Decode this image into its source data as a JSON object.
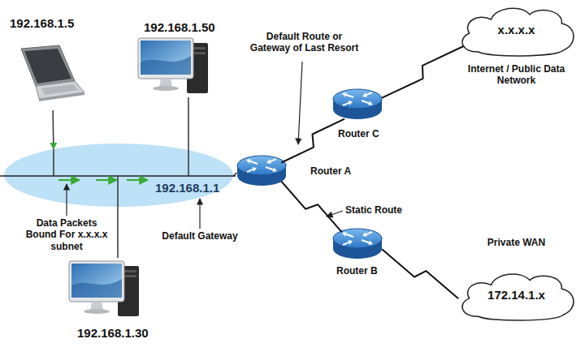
{
  "diagram": {
    "nodes": [
      {
        "text": [
          "192.168.1.5"
        ]
      },
      {
        "text": [
          "192.168.1.50"
        ]
      },
      {
        "text": [
          "x.x.x.x",
          "Internet / Public Data Network"
        ]
      },
      {
        "text": [
          "Router C"
        ]
      },
      {
        "text": [
          "192.168.1.1"
        ]
      },
      {
        "text": [
          "Router A"
        ]
      },
      {
        "text": [
          "Router B"
        ]
      },
      {
        "text": [
          "Private WAN",
          "172.14.1.x"
        ]
      },
      {
        "text": [
          "192.168.1.30"
        ]
      }
    ],
    "edges": [
      {
        "from": 0,
        "to": 4,
        "arrow": "to"
      },
      {
        "from": 1,
        "to": 4,
        "arrow": "none"
      },
      {
        "from": 4,
        "to": 8,
        "arrow": "none"
      },
      {
        "from": 4,
        "to": 5,
        "arrow": "none"
      },
      {
        "from": 5,
        "to": 3,
        "arrow": "none"
      },
      {
        "from": 5,
        "to": 6,
        "arrow": "none"
      },
      {
        "from": 3,
        "to": 2,
        "arrow": "none"
      },
      {
        "from": 6,
        "to": 7,
        "arrow": "none"
      }
    ],
    "labels": [
      "Default Route or Gateway of Last Resort",
      "Static Route",
      "Data Packets Bound For x.x.x.x subnet",
      "Default Gateway"
    ]
  }
}
